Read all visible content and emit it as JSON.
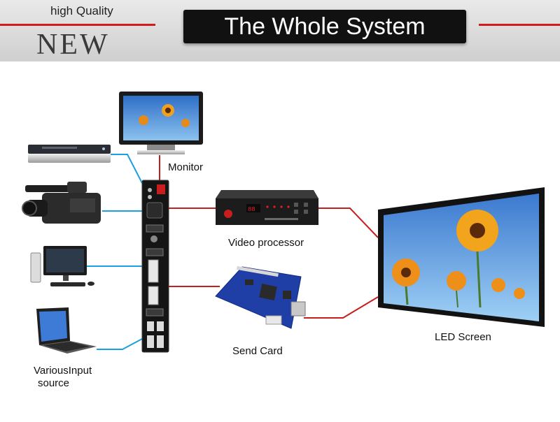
{
  "header": {
    "badge_top": "high Quality",
    "badge_main": "NEW",
    "title": "The Whole System"
  },
  "labels": {
    "monitor": "Monitor",
    "video_processor": "Video processor",
    "send_card": "Send Card",
    "led_screen": "LED Screen",
    "input_line1": "VariousInput",
    "input_line2": "source"
  },
  "colors": {
    "header_rule": "#d21b1b",
    "connector_input": "#1a9fe0",
    "connector_output": "#c81e1e",
    "title_bg": "#111111"
  }
}
